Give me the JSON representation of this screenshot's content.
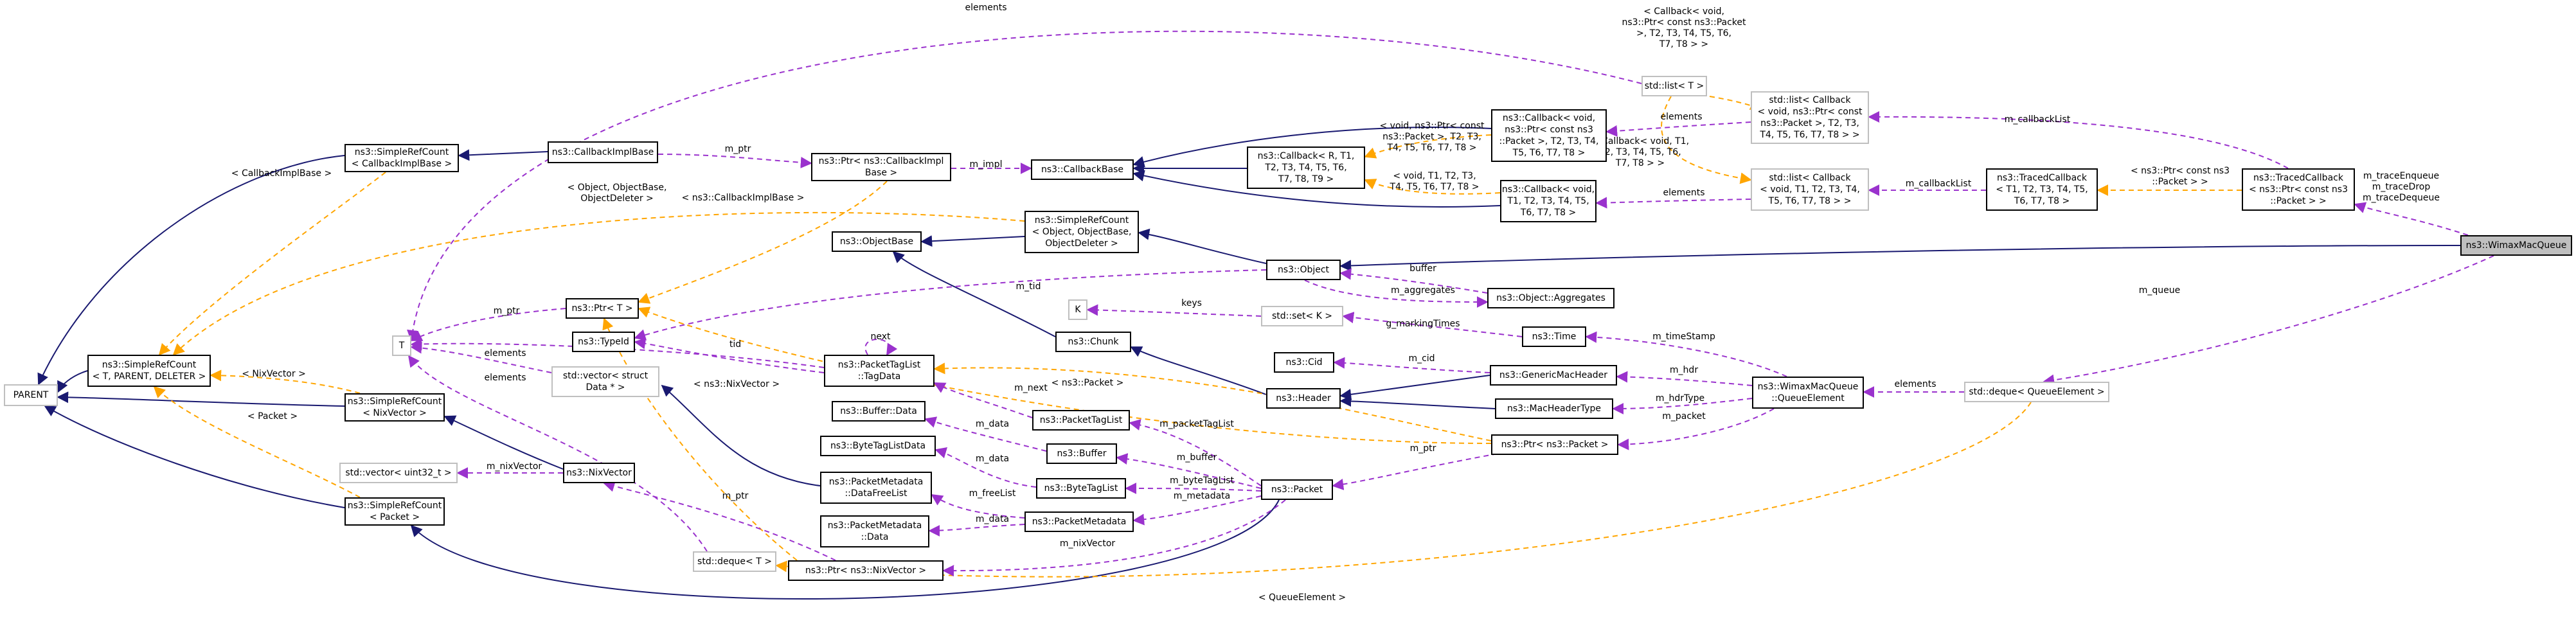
{
  "diagram": {
    "nodes": [
      {
        "id": "parent",
        "lines": [
          "PARENT"
        ],
        "style": "ext"
      },
      {
        "id": "srefcount_tpd",
        "lines": [
          "ns3::SimpleRefCount",
          "< T, PARENT, DELETER >"
        ],
        "style": "normal"
      },
      {
        "id": "srefcount_cbimpl",
        "lines": [
          "ns3::SimpleRefCount",
          "< CallbackImplBase >"
        ],
        "style": "normal"
      },
      {
        "id": "srefcount_nix",
        "lines": [
          "ns3::SimpleRefCount",
          "< NixVector >"
        ],
        "style": "normal"
      },
      {
        "id": "srefcount_packet",
        "lines": [
          "ns3::SimpleRefCount",
          "< Packet >"
        ],
        "style": "normal"
      },
      {
        "id": "cbimplbase",
        "lines": [
          "ns3::CallbackImplBase"
        ],
        "style": "normal"
      },
      {
        "id": "t",
        "lines": [
          "T"
        ],
        "style": "ext"
      },
      {
        "id": "ptr_cbimpl",
        "lines": [
          "ns3::Ptr< ns3::CallbackImpl",
          "Base >"
        ],
        "style": "normal"
      },
      {
        "id": "ptr_t",
        "lines": [
          "ns3::Ptr< T >"
        ],
        "style": "normal"
      },
      {
        "id": "typeid",
        "lines": [
          "ns3::TypeId"
        ],
        "style": "normal"
      },
      {
        "id": "vec_struct",
        "lines": [
          "std::vector< struct",
          "Data * >"
        ],
        "style": "ext"
      },
      {
        "id": "vec_uint",
        "lines": [
          "std::vector< uint32_t >"
        ],
        "style": "ext"
      },
      {
        "id": "nixvector",
        "lines": [
          "ns3::NixVector"
        ],
        "style": "normal"
      },
      {
        "id": "deque_t",
        "lines": [
          "std::deque< T >"
        ],
        "style": "ext"
      },
      {
        "id": "objectbase",
        "lines": [
          "ns3::ObjectBase"
        ],
        "style": "normal"
      },
      {
        "id": "callbackbase",
        "lines": [
          "ns3::CallbackBase"
        ],
        "style": "normal"
      },
      {
        "id": "srefcount_obj",
        "lines": [
          "ns3::SimpleRefCount",
          "< Object, ObjectBase,",
          "ObjectDeleter >"
        ],
        "style": "normal"
      },
      {
        "id": "k",
        "lines": [
          "K"
        ],
        "style": "ext"
      },
      {
        "id": "chunk",
        "lines": [
          "ns3::Chunk"
        ],
        "style": "normal"
      },
      {
        "id": "tagdata",
        "lines": [
          "ns3::PacketTagList",
          "::TagData"
        ],
        "style": "normal"
      },
      {
        "id": "bufferdata",
        "lines": [
          "ns3::Buffer::Data"
        ],
        "style": "normal"
      },
      {
        "id": "bytetaglistdata",
        "lines": [
          "ns3::ByteTagListData"
        ],
        "style": "normal"
      },
      {
        "id": "datafreelist",
        "lines": [
          "ns3::PacketMetadata",
          "::DataFreeList"
        ],
        "style": "normal"
      },
      {
        "id": "pmdata",
        "lines": [
          "ns3::PacketMetadata",
          "::Data"
        ],
        "style": "normal"
      },
      {
        "id": "ptr_nix",
        "lines": [
          "ns3::Ptr< ns3::NixVector >"
        ],
        "style": "normal"
      },
      {
        "id": "packettaglist",
        "lines": [
          "ns3::PacketTagList"
        ],
        "style": "normal"
      },
      {
        "id": "buffer",
        "lines": [
          "ns3::Buffer"
        ],
        "style": "normal"
      },
      {
        "id": "bytetaglist",
        "lines": [
          "ns3::ByteTagList"
        ],
        "style": "normal"
      },
      {
        "id": "packetmetadata",
        "lines": [
          "ns3::PacketMetadata"
        ],
        "style": "normal"
      },
      {
        "id": "packet",
        "lines": [
          "ns3::Packet"
        ],
        "style": "normal"
      },
      {
        "id": "callback_r",
        "lines": [
          "ns3::Callback< R, T1,",
          "T2, T3, T4, T5, T6,",
          "T7, T8, T9 >"
        ],
        "style": "normal"
      },
      {
        "id": "object",
        "lines": [
          "ns3::Object"
        ],
        "style": "normal"
      },
      {
        "id": "set_k",
        "lines": [
          "std::set< K >"
        ],
        "style": "ext"
      },
      {
        "id": "cid",
        "lines": [
          "ns3::Cid"
        ],
        "style": "normal"
      },
      {
        "id": "header",
        "lines": [
          "ns3::Header"
        ],
        "style": "normal"
      },
      {
        "id": "callback_void_ptr",
        "lines": [
          "ns3::Callback< void,",
          "ns3::Ptr< const ns3",
          "::Packet >, T2, T3, T4,",
          "T5, T6, T7, T8 >"
        ],
        "style": "normal"
      },
      {
        "id": "callback_void_t1",
        "lines": [
          "ns3::Callback< void,",
          "T1, T2, T3, T4, T5,",
          "T6, T7, T8 >"
        ],
        "style": "normal"
      },
      {
        "id": "aggregates",
        "lines": [
          "ns3::Object::Aggregates"
        ],
        "style": "normal"
      },
      {
        "id": "time",
        "lines": [
          "ns3::Time"
        ],
        "style": "normal"
      },
      {
        "id": "genericmacheader",
        "lines": [
          "ns3::GenericMacHeader"
        ],
        "style": "normal"
      },
      {
        "id": "macheadertype",
        "lines": [
          "ns3::MacHeaderType"
        ],
        "style": "normal"
      },
      {
        "id": "ptr_packet",
        "lines": [
          "ns3::Ptr< ns3::Packet >"
        ],
        "style": "normal"
      },
      {
        "id": "list_t",
        "lines": [
          "std::list< T >"
        ],
        "style": "ext"
      },
      {
        "id": "list_cb_ptr",
        "lines": [
          "std::list< Callback",
          "< void, ns3::Ptr< const",
          "ns3::Packet >, T2, T3,",
          "T4, T5, T6, T7, T8 > >"
        ],
        "style": "ext"
      },
      {
        "id": "list_cb_t1",
        "lines": [
          "std::list< Callback",
          "< void, T1, T2, T3, T4,",
          "T5, T6, T7, T8 > >"
        ],
        "style": "ext"
      },
      {
        "id": "queueelement",
        "lines": [
          "ns3::WimaxMacQueue",
          "::QueueElement"
        ],
        "style": "normal"
      },
      {
        "id": "tracedcb_t1",
        "lines": [
          "ns3::TracedCallback",
          "< T1, T2, T3, T4, T5,",
          "T6, T7, T8 >"
        ],
        "style": "normal"
      },
      {
        "id": "deque_qe",
        "lines": [
          "std::deque< QueueElement >"
        ],
        "style": "ext"
      },
      {
        "id": "tracedcb_ptr",
        "lines": [
          "ns3::TracedCallback",
          "< ns3::Ptr< const ns3",
          "::Packet > >"
        ],
        "style": "normal"
      },
      {
        "id": "wimaxmacqueue",
        "lines": [
          "ns3::WimaxMacQueue"
        ],
        "style": "focus"
      }
    ],
    "edge_labels": [
      {
        "id": "elements_top",
        "lines": [
          "elements"
        ]
      },
      {
        "id": "cb_void_ptr_tmpl",
        "lines": [
          "< Callback< void,",
          "ns3::Ptr< const ns3::Packet",
          ">, T2, T3, T4, T5, T6,",
          "T7, T8 > >"
        ]
      },
      {
        "id": "elements_mid",
        "lines": [
          "elements"
        ]
      },
      {
        "id": "m_callbacklist_1",
        "lines": [
          "m_callbackList"
        ]
      },
      {
        "id": "void_ptr_tmpl",
        "lines": [
          "< void, ns3::Ptr< const",
          "ns3::Packet >, T2, T3,",
          "T4, T5, T6, T7, T8 >"
        ]
      },
      {
        "id": "cbimplbase_tmpl",
        "lines": [
          "< CallbackImplBase >"
        ]
      },
      {
        "id": "m_ptr_1",
        "lines": [
          "m_ptr"
        ]
      },
      {
        "id": "m_impl",
        "lines": [
          "m_impl"
        ]
      },
      {
        "id": "cb_void_t1_tmpl",
        "lines": [
          "< Callback< void, T1,",
          "T2, T3, T4, T5, T6,",
          "T7, T8 > >"
        ]
      },
      {
        "id": "void_t1_tmpl",
        "lines": [
          "< void, T1, T2, T3,",
          "T4, T5, T6, T7, T8 >"
        ]
      },
      {
        "id": "elements_low",
        "lines": [
          "elements"
        ]
      },
      {
        "id": "m_callbacklist_2",
        "lines": [
          "m_callbackList"
        ]
      },
      {
        "id": "ptr_const_pkt_tmpl",
        "lines": [
          "< ns3::Ptr< const ns3",
          "::Packet > >"
        ]
      },
      {
        "id": "trace_members",
        "lines": [
          "m_traceEnqueue",
          "m_traceDrop",
          "m_traceDequeue"
        ]
      },
      {
        "id": "obj_deleter_tmpl",
        "lines": [
          "< Object, ObjectBase,",
          "ObjectDeleter >"
        ]
      },
      {
        "id": "cbimplbase_tmpl_2",
        "lines": [
          "< ns3::CallbackImplBase >"
        ]
      },
      {
        "id": "buffer_lbl",
        "lines": [
          "buffer"
        ]
      },
      {
        "id": "m_tid",
        "lines": [
          "m_tid"
        ]
      },
      {
        "id": "m_aggregates",
        "lines": [
          "m_aggregates"
        ]
      },
      {
        "id": "m_queue",
        "lines": [
          "m_queue"
        ]
      },
      {
        "id": "m_ptr_2",
        "lines": [
          "m_ptr"
        ]
      },
      {
        "id": "next_lbl",
        "lines": [
          "next"
        ]
      },
      {
        "id": "keys_lbl",
        "lines": [
          "keys"
        ]
      },
      {
        "id": "g_markingtimes",
        "lines": [
          "g_markingTimes"
        ]
      },
      {
        "id": "elements_t",
        "lines": [
          "elements"
        ]
      },
      {
        "id": "elements_t2",
        "lines": [
          "elements"
        ]
      },
      {
        "id": "tid_lbl",
        "lines": [
          "tid"
        ]
      },
      {
        "id": "nixvector_tmpl",
        "lines": [
          "< NixVector >"
        ]
      },
      {
        "id": "m_timestamp",
        "lines": [
          "m_timeStamp"
        ]
      },
      {
        "id": "m_cid",
        "lines": [
          "m_cid"
        ]
      },
      {
        "id": "nixvector_tmpl_2",
        "lines": [
          "< ns3::NixVector >"
        ]
      },
      {
        "id": "packet_tmpl",
        "lines": [
          "< ns3::Packet >"
        ]
      },
      {
        "id": "m_next",
        "lines": [
          "m_next"
        ]
      },
      {
        "id": "m_hdr",
        "lines": [
          "m_hdr"
        ]
      },
      {
        "id": "m_hdrtype",
        "lines": [
          "m_hdrType"
        ]
      },
      {
        "id": "elements_qe",
        "lines": [
          "elements"
        ]
      },
      {
        "id": "m_packet",
        "lines": [
          "m_packet"
        ]
      },
      {
        "id": "packet_tmpl_2",
        "lines": [
          "< Packet >"
        ]
      },
      {
        "id": "m_packettaglist",
        "lines": [
          "m_packetTagList"
        ]
      },
      {
        "id": "m_data_1",
        "lines": [
          "m_data"
        ]
      },
      {
        "id": "m_ptr_3",
        "lines": [
          "m_ptr"
        ]
      },
      {
        "id": "m_nixvector_1",
        "lines": [
          "m_nixVector"
        ]
      },
      {
        "id": "m_data_2",
        "lines": [
          "m_data"
        ]
      },
      {
        "id": "m_buffer",
        "lines": [
          "m_buffer"
        ]
      },
      {
        "id": "m_bytetaglist",
        "lines": [
          "m_byteTagList"
        ]
      },
      {
        "id": "m_freelist",
        "lines": [
          "m_freeList"
        ]
      },
      {
        "id": "m_metadata",
        "lines": [
          "m_metadata"
        ]
      },
      {
        "id": "m_data_3",
        "lines": [
          "m_data"
        ]
      },
      {
        "id": "m_ptr_4",
        "lines": [
          "m_ptr"
        ]
      },
      {
        "id": "m_nixvector_2",
        "lines": [
          "m_nixVector"
        ]
      },
      {
        "id": "queueelement_tmpl",
        "lines": [
          "< QueueElement >"
        ]
      }
    ]
  }
}
